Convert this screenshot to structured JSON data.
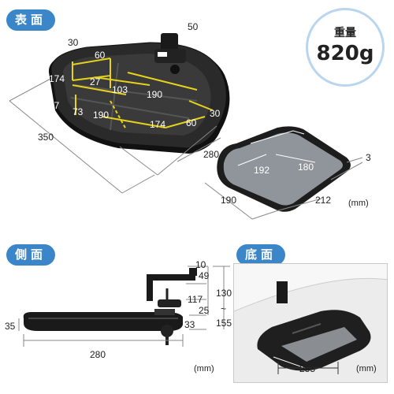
{
  "top_view": {
    "label": "表面",
    "dims": {
      "d30a": "30",
      "d50": "50",
      "d60a": "60",
      "d174a": "174",
      "d27a": "27",
      "d103": "103",
      "d190a": "190",
      "d27b": "27",
      "d73": "73",
      "d190b": "190",
      "d174b": "174",
      "d60b": "60",
      "d30b": "30",
      "d350": "350",
      "d280": "280"
    }
  },
  "weight": {
    "label": "重量",
    "value": "820g"
  },
  "mouse_pad": {
    "dims": {
      "d192": "192",
      "d180": "180",
      "d3": "3",
      "d190": "190",
      "d212": "212"
    },
    "unit": "(mm)"
  },
  "side_view": {
    "label": "側面",
    "dims": {
      "d10": "10",
      "d49": "49",
      "d25": "25",
      "d117": "117",
      "d130": "130",
      "tilde": "~",
      "d155": "155",
      "d35": "35",
      "d33": "33",
      "d280": "280"
    },
    "unit": "(mm)"
  },
  "bottom_view": {
    "label": "底面",
    "dims": {
      "d285": "285"
    },
    "unit": "(mm)"
  },
  "colors": {
    "accent": "#3a86c8",
    "dimension_yellow": "#e6d21a",
    "tray_black": "#1f1f1f"
  }
}
